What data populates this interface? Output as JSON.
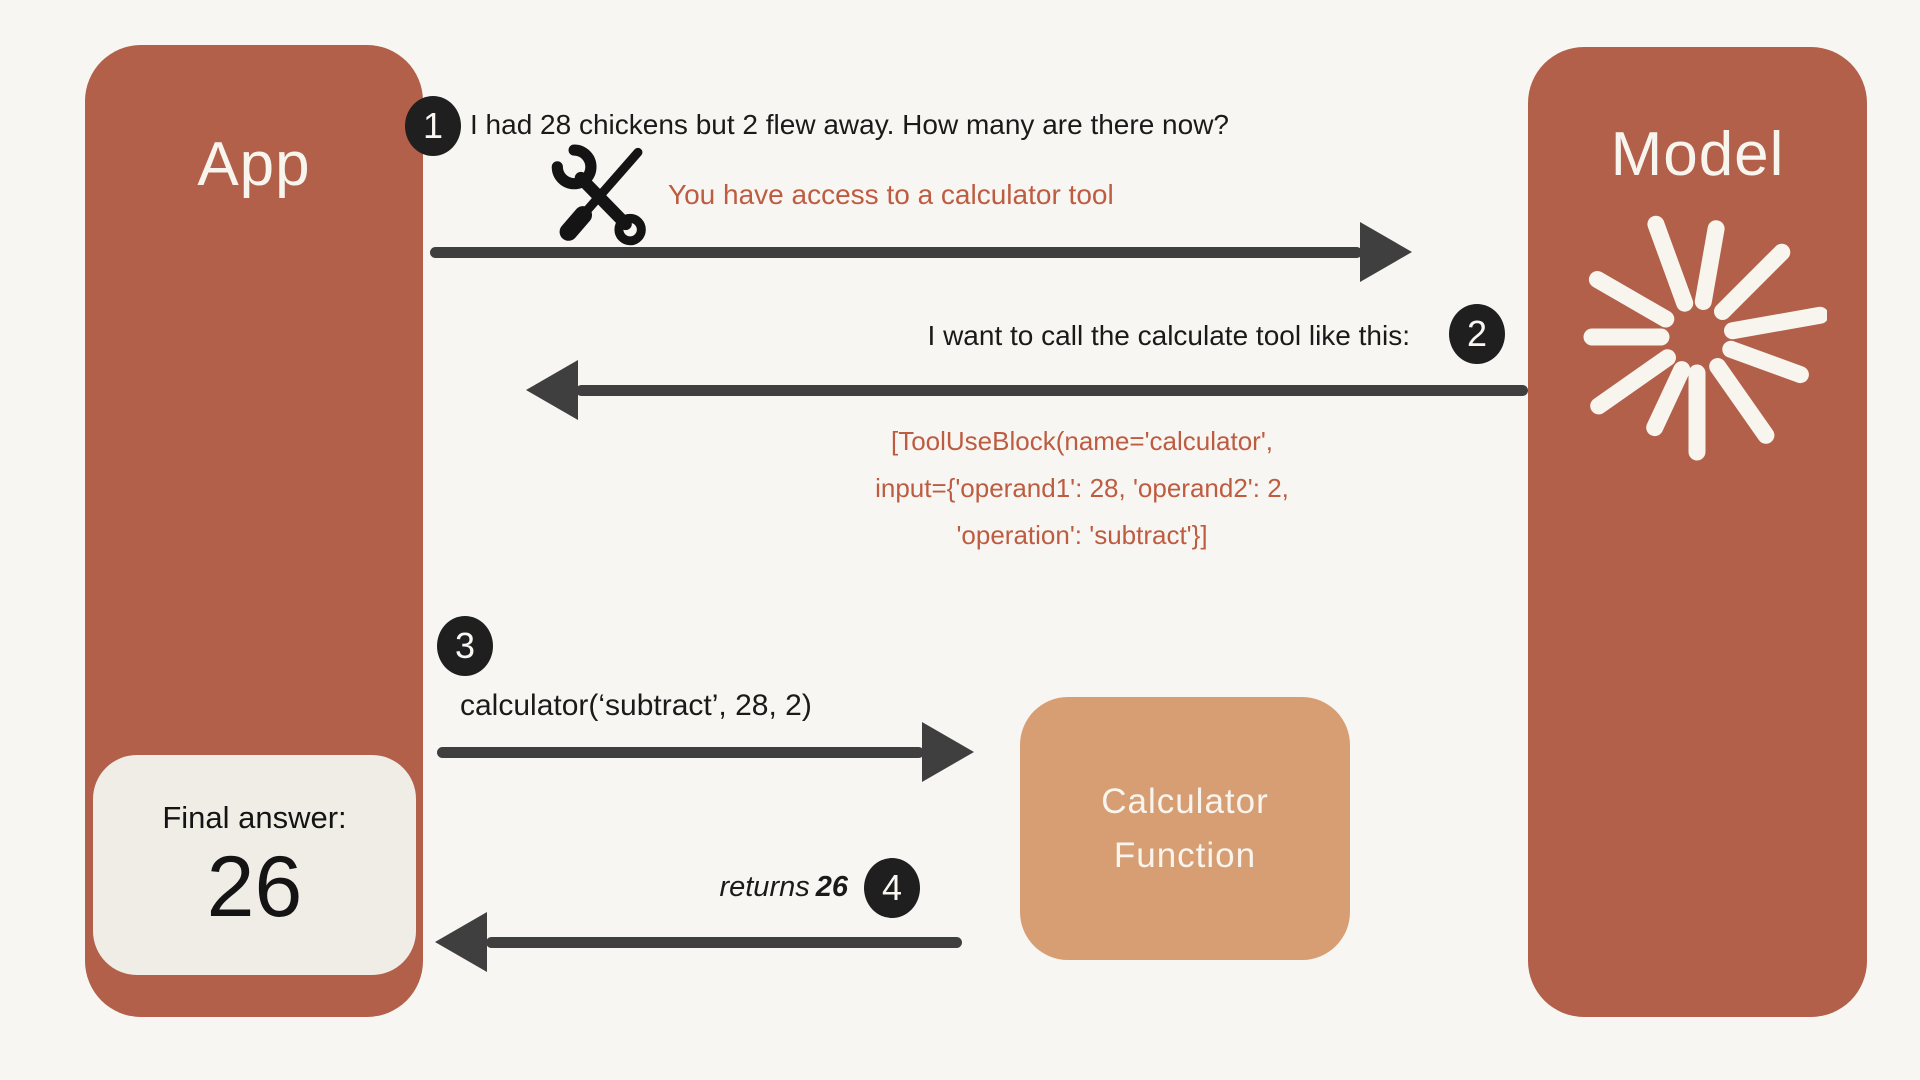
{
  "colors": {
    "background": "#f8f6f2",
    "primary_box": "#b26049",
    "secondary_box": "#d79e74",
    "answer_box": "#efede6",
    "accent_text": "#bd5c41",
    "arrow": "#3f3f3f",
    "step_badge": "#1f1f1f"
  },
  "nodes": {
    "app": {
      "label": "App"
    },
    "model": {
      "label": "Model"
    },
    "calculator": {
      "line1": "Calculator",
      "line2": "Function"
    },
    "final_answer": {
      "label": "Final answer:",
      "value": "26"
    }
  },
  "steps": {
    "s1": {
      "number": "1",
      "message": "I had 28 chickens but 2 flew away. How many are there now?",
      "note": "You have access to a calculator tool"
    },
    "s2": {
      "number": "2",
      "message": "I want to call the calculate tool like this:",
      "code1": "[ToolUseBlock(name='calculator',",
      "code2": "input={'operand1': 28, 'operand2': 2,",
      "code3": "'operation': 'subtract'}]"
    },
    "s3": {
      "number": "3",
      "message": "calculator(‘subtract’, 28, 2)"
    },
    "s4": {
      "number": "4",
      "prefix": "returns",
      "value": "26"
    }
  }
}
